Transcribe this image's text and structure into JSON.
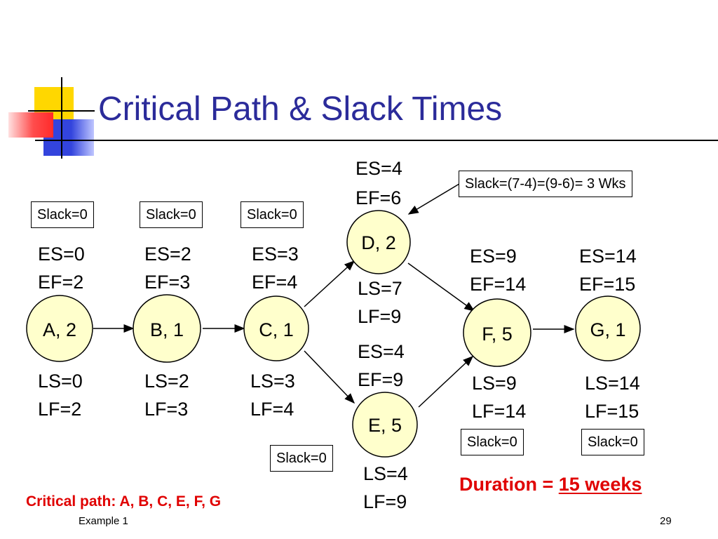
{
  "slide": {
    "title": "Critical Path & Slack Times",
    "footer_left": "Example 1",
    "page_number": "29"
  },
  "colors": {
    "title": "#2b2b9a",
    "node_fill": "#ffffcc",
    "highlight": "#e00000",
    "deco_yellow": "#ffd700",
    "deco_blue": "#3344dd",
    "deco_red": "#ff4d4d"
  },
  "nodes": {
    "a": {
      "label": "A, 2",
      "es": "ES=0",
      "ef": "EF=2",
      "ls": "LS=0",
      "lf": "LF=2",
      "slack": "Slack=0"
    },
    "b": {
      "label": "B, 1",
      "es": "ES=2",
      "ef": "EF=3",
      "ls": "LS=2",
      "lf": "LF=3",
      "slack": "Slack=0"
    },
    "c": {
      "label": "C, 1",
      "es": "ES=3",
      "ef": "EF=4",
      "ls": "LS=3",
      "lf": "LF=4",
      "slack": "Slack=0"
    },
    "d": {
      "label": "D, 2",
      "es": "ES=4",
      "ef": "EF=6",
      "ls": "LS=7",
      "lf": "LF=9",
      "slack": "Slack=(7-4)=(9-6)= 3 Wks"
    },
    "e": {
      "label": "E, 5",
      "es": "ES=4",
      "ef": "EF=9",
      "ls": "LS=4",
      "lf": "LF=9",
      "slack": "Slack=0"
    },
    "f": {
      "label": "F, 5",
      "es": "ES=9",
      "ef": "EF=14",
      "ls": "LS=9",
      "lf": "LF=14",
      "slack": "Slack=0"
    },
    "g": {
      "label": "G, 1",
      "es": "ES=14",
      "ef": "EF=15",
      "ls": "LS=14",
      "lf": "LF=15",
      "slack": "Slack=0"
    }
  },
  "summary": {
    "critical_path": "Critical path: A, B, C, E, F, G",
    "duration_label": "Duration = ",
    "duration_value": "15 weeks"
  }
}
